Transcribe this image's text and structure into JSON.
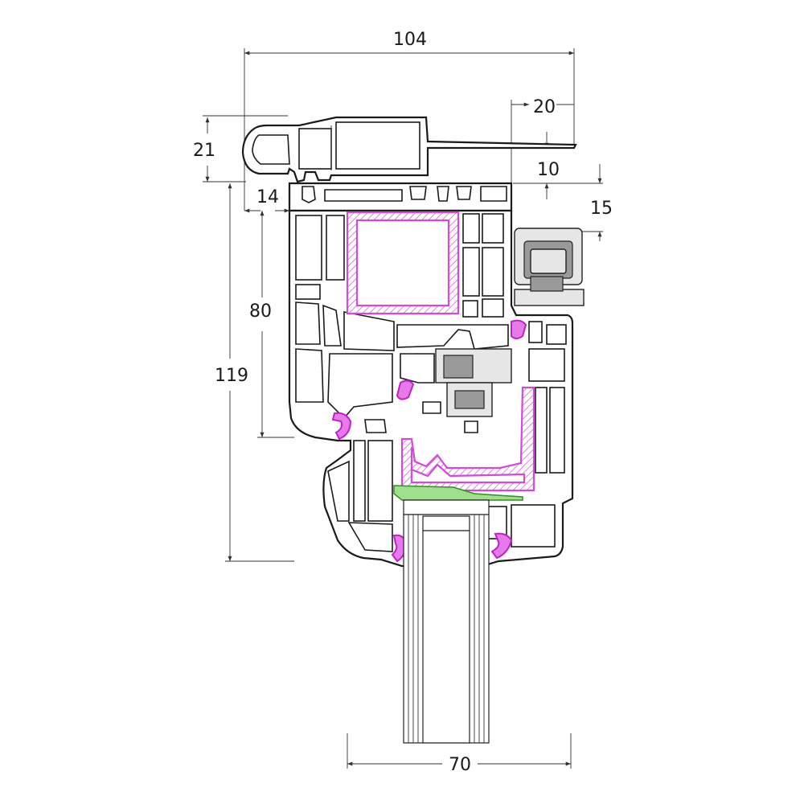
{
  "dimensions": {
    "total_width": "104",
    "overhang": "20",
    "top_height": "21",
    "step_10": "10",
    "step_14": "14",
    "step_15": "15",
    "frame_80": "80",
    "total_119": "119",
    "base_70": "70"
  },
  "colors": {
    "steel_reinforcement": "#d24bd6",
    "gasket": "#e77ae9",
    "glazing_bead_seal": "#9fe08a",
    "line": "#1a1a1a"
  }
}
